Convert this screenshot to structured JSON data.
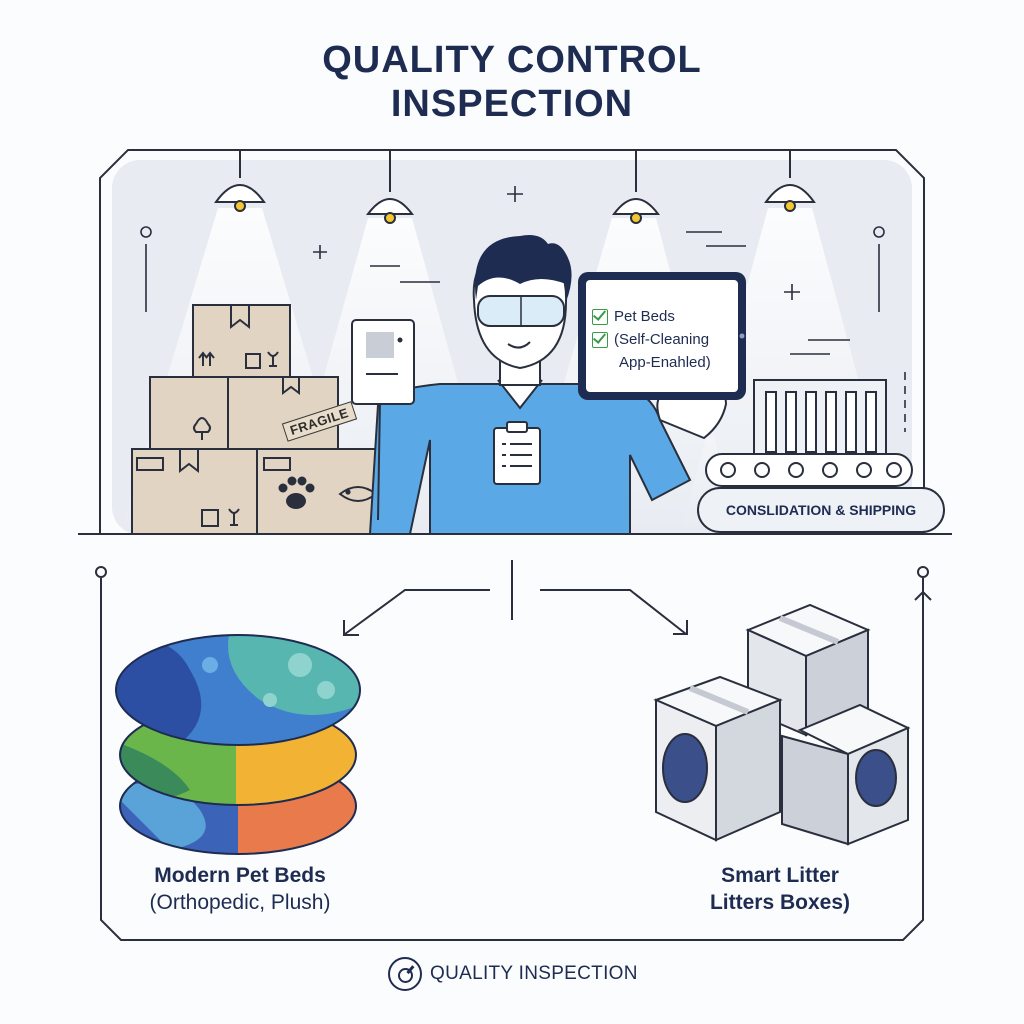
{
  "header": {
    "title_line1": "QUALITY CONTROL",
    "title_line2": "INSPECTION"
  },
  "tablet_checklist": {
    "item1": "Pet Beds",
    "item2": "(Self-Cleaning",
    "item3": "App-Enahled)"
  },
  "labels": {
    "fragile": "FRAGILE",
    "shipping": "CONSLIDATION & SHIPPING"
  },
  "left_product": {
    "name": "Modern Pet Beds",
    "detail": "(Orthopedic, Plush)"
  },
  "right_product": {
    "name": "Smart Litter",
    "detail": "Litters Boxes)"
  },
  "footer": {
    "label": "QUALITY INSPECTION"
  },
  "colors": {
    "ink": "#1e2c52",
    "shirt": "#5aa9e6",
    "box": "#e2d4c2",
    "check": "#3a9a4a",
    "lamp_glow": "#f3c632"
  },
  "icons": [
    "lamp-icon",
    "package-box-icon",
    "paw-print-icon",
    "fish-icon",
    "clipboard-icon",
    "tablet-icon",
    "conveyor-icon",
    "magnifier-icon"
  ]
}
